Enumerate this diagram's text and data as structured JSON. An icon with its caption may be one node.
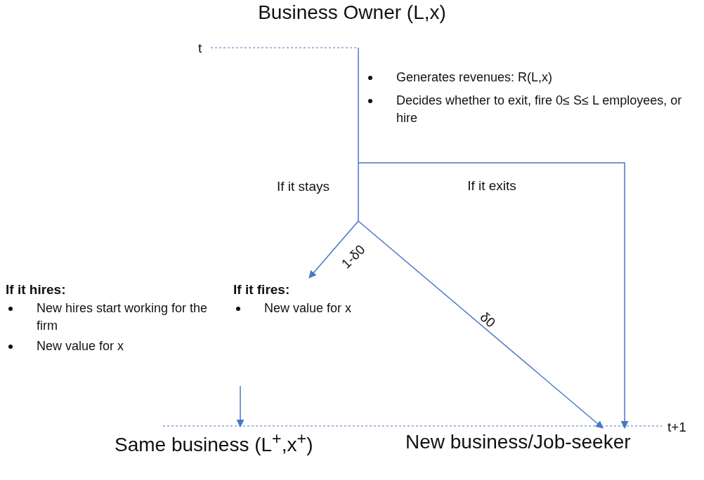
{
  "diagram": {
    "title": "Business Owner (L,x)",
    "nodes": [
      {
        "text": [
          "If it hires:",
          "New hires start working for the firm",
          "New value for x"
        ]
      },
      {
        "text": [
          "If it fires:",
          "New value for x"
        ]
      },
      {
        "text": [
          "Same business (L$^{+}$,x$^{+}$)"
        ]
      },
      {
        "text": [
          "New business/Job-seeker"
        ]
      }
    ],
    "edges": [
      {
        "from": null,
        "to": 1,
        "arrow": "to",
        "label": "1-δ0"
      },
      {
        "from": null,
        "to": 3,
        "arrow": "to",
        "label": "δ0"
      },
      {
        "from": null,
        "to": 3,
        "arrow": "to",
        "label": "If it exits"
      },
      {
        "from": null,
        "to": 2,
        "arrow": "to"
      }
    ],
    "labels": [
      "t",
      "Generates revenues: R(L,x)",
      "Decides whether to exit, fire 0≤ S≤ L employees, or hire",
      "If it stays",
      "t+1"
    ]
  }
}
